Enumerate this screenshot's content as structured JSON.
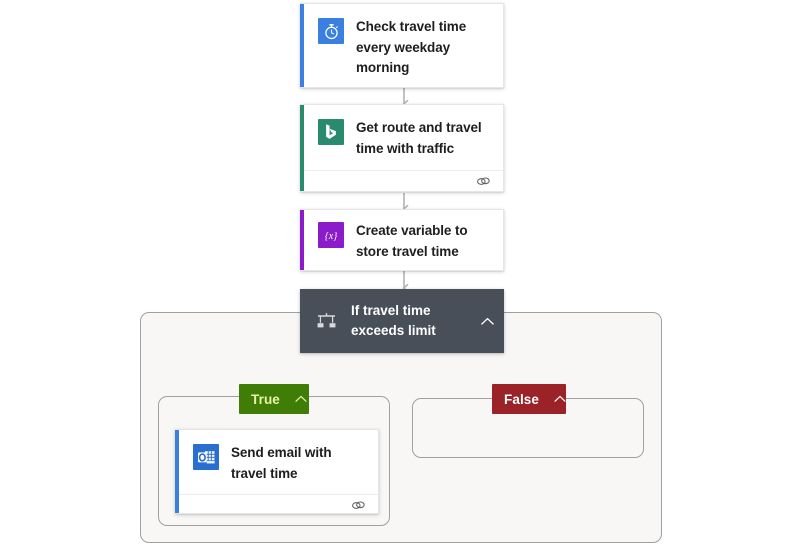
{
  "flow": {
    "canvas_background": "#ffffff",
    "steps": [
      {
        "id": "trigger-recurrence",
        "title": "Check travel time every weekday morning",
        "icon": "stopwatch-icon",
        "icon_background": "#3b7fe0",
        "accent_color": "#3b7fe0",
        "has_footer": false
      },
      {
        "id": "bing-maps-route",
        "title": "Get route and travel time with traffic",
        "icon": "bing-maps-icon",
        "icon_background": "#2a8a6e",
        "accent_color": "#2a8a6e",
        "has_footer": true,
        "footer_icon": "link-chain-icon"
      },
      {
        "id": "initialize-variable",
        "title": "Create variable to store travel time",
        "icon": "variable-braces-icon",
        "icon_background": "#8a1cc9",
        "accent_color": "#8a1cc9",
        "has_footer": false
      }
    ],
    "condition": {
      "id": "condition-travel-time",
      "title": "If travel time exceeds limit",
      "icon": "condition-branch-icon",
      "chevron": "chevron-up-icon",
      "background": "#484f59",
      "text_color": "#ffffff"
    },
    "branches": [
      {
        "id": "branch-true",
        "label": "True",
        "badge_color": "#3f7d07",
        "label_color": "#e8f3a8",
        "chevron": "chevron-up-icon",
        "empty": false,
        "actions": [
          {
            "id": "send-email",
            "title": "Send email with travel time",
            "icon": "outlook-icon",
            "icon_background": "#2a6fd0",
            "accent_color": "#3b7fe0",
            "has_footer": true,
            "footer_icon": "link-chain-icon"
          }
        ]
      },
      {
        "id": "branch-false",
        "label": "False",
        "badge_color": "#9b2226",
        "label_color": "#ffffff",
        "chevron": "chevron-up-icon",
        "empty": true,
        "actions": []
      }
    ],
    "connectors": {
      "color": "#b3b3b3",
      "arrow_icon": "arrow-down-icon"
    },
    "scope_background": "#f8f7f5",
    "scope_border": "#a0a0a0"
  }
}
